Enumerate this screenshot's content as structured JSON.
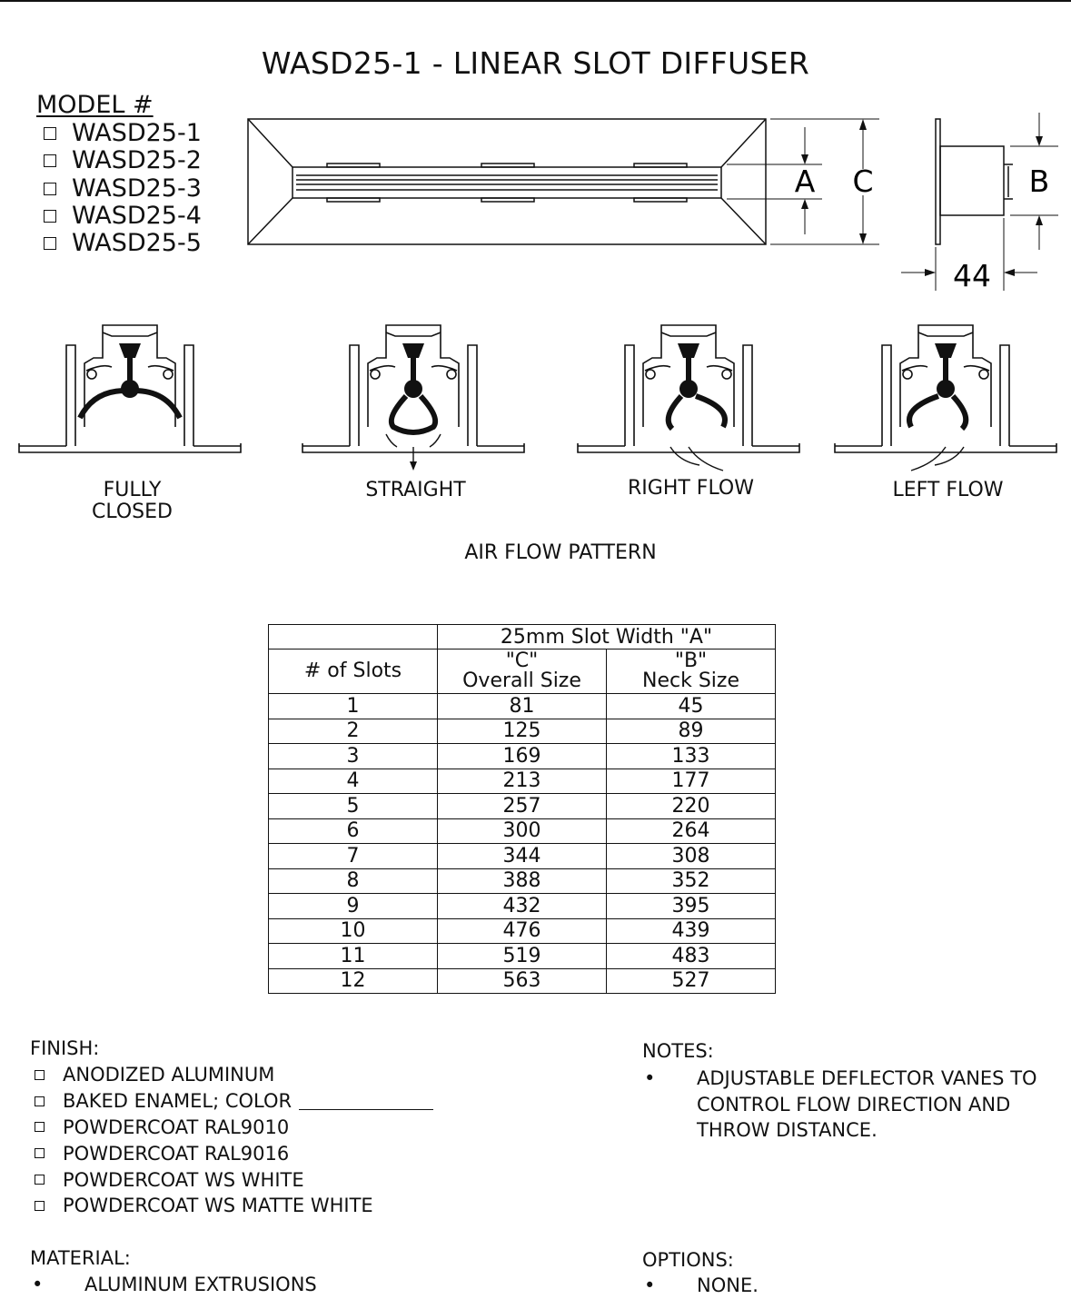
{
  "title": "WASD25-1 - LINEAR SLOT DIFFUSER",
  "model": {
    "heading": "MODEL #",
    "options": [
      "WASD25-1",
      "WASD25-2",
      "WASD25-3",
      "WASD25-4",
      "WASD25-5"
    ]
  },
  "dimensions": {
    "a": "A",
    "c": "C",
    "b": "B",
    "depth": "44"
  },
  "airflow": {
    "title": "AIR FLOW PATTERN",
    "patterns": [
      {
        "line1": "FULLY",
        "line2": "CLOSED"
      },
      {
        "line1": "STRAIGHT",
        "line2": ""
      },
      {
        "line1": "RIGHT FLOW",
        "line2": ""
      },
      {
        "line1": "LEFT FLOW",
        "line2": ""
      }
    ]
  },
  "table": {
    "group_header": "25mm Slot Width \"A\"",
    "col0": "# of Slots",
    "col1_line1": "\"C\"",
    "col1_line2": "Overall Size",
    "col2_line1": "\"B\"",
    "col2_line2": "Neck Size",
    "rows": [
      [
        "1",
        "81",
        "45"
      ],
      [
        "2",
        "125",
        "89"
      ],
      [
        "3",
        "169",
        "133"
      ],
      [
        "4",
        "213",
        "177"
      ],
      [
        "5",
        "257",
        "220"
      ],
      [
        "6",
        "300",
        "264"
      ],
      [
        "7",
        "344",
        "308"
      ],
      [
        "8",
        "388",
        "352"
      ],
      [
        "9",
        "432",
        "395"
      ],
      [
        "10",
        "476",
        "439"
      ],
      [
        "11",
        "519",
        "483"
      ],
      [
        "12",
        "563",
        "527"
      ]
    ]
  },
  "finish": {
    "title": "FINISH:",
    "options": [
      "ANODIZED ALUMINUM",
      "BAKED ENAMEL; COLOR",
      "POWDERCOAT RAL9010",
      "POWDERCOAT RAL9016",
      "POWDERCOAT WS WHITE",
      "POWDERCOAT WS MATTE WHITE"
    ]
  },
  "notes": {
    "title": "NOTES:",
    "bullet": "•",
    "line1": "ADJUSTABLE DEFLECTOR VANES TO",
    "line2": "CONTROL FLOW DIRECTION AND",
    "line3": "THROW DISTANCE."
  },
  "material": {
    "title": "MATERIAL:",
    "bullet": "•",
    "item": "ALUMINUM EXTRUSIONS"
  },
  "options": {
    "title": "OPTIONS:",
    "bullet": "•",
    "item": "NONE."
  }
}
